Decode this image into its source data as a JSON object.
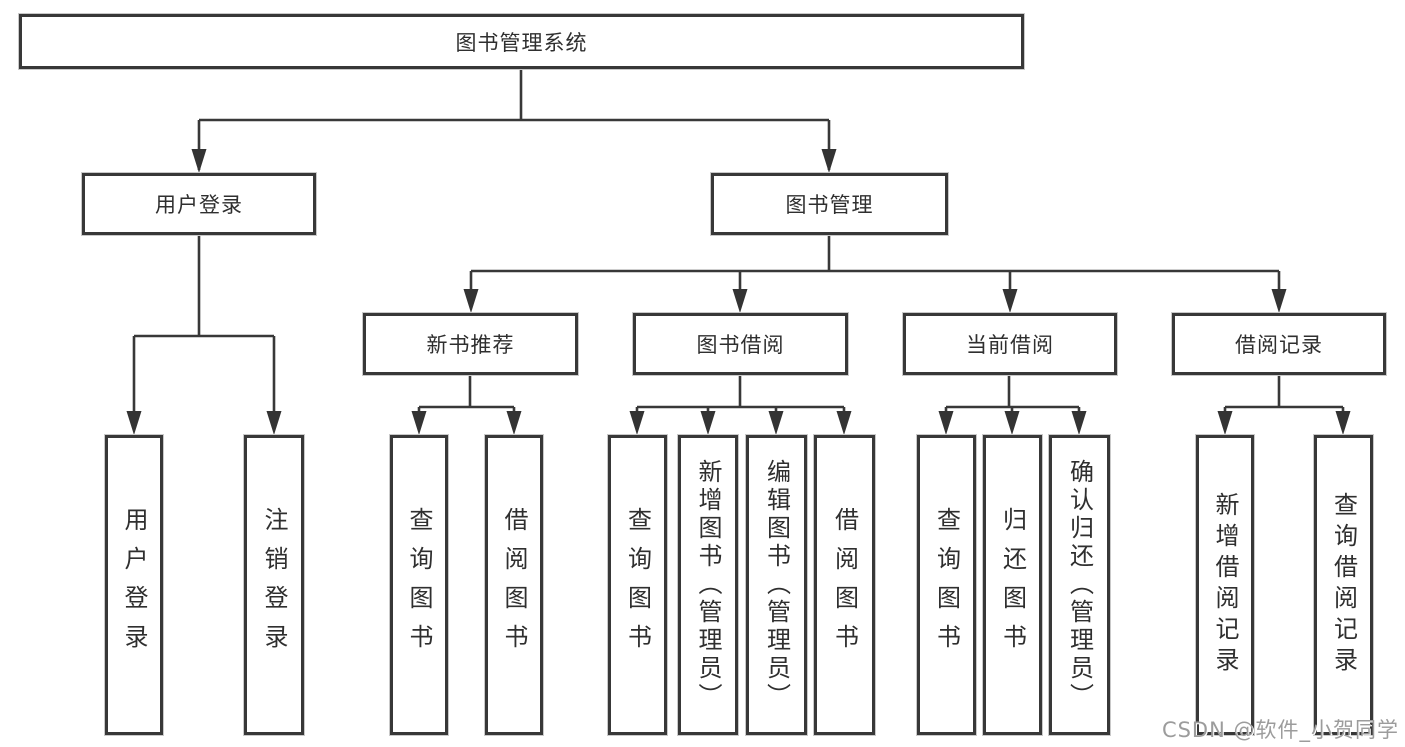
{
  "diagram": {
    "root": {
      "label": "图书管理系统"
    },
    "level2": [
      {
        "label": "用户登录"
      },
      {
        "label": "图书管理"
      }
    ],
    "level3": [
      {
        "label": "新书推荐"
      },
      {
        "label": "图书借阅"
      },
      {
        "label": "当前借阅"
      },
      {
        "label": "借阅记录"
      }
    ],
    "leaves": {
      "login": [
        "用户登录",
        "注销登录"
      ],
      "recommend": [
        "查询图书",
        "借阅图书"
      ],
      "borrow": [
        "查询图书",
        "新增图书（管理员）",
        "编辑图书（管理员）",
        "借阅图书"
      ],
      "current": [
        "查询图书",
        "归还图书",
        "确认归还（管理员）"
      ],
      "records": [
        "新增借阅记录",
        "查询借阅记录"
      ]
    }
  },
  "watermark": {
    "text": "CSDN @软件_小贺同学"
  },
  "colors": {
    "line": "#383838",
    "text": "#2f2f2f",
    "watermark": "#9c9c9c",
    "background": "#ffffff"
  }
}
